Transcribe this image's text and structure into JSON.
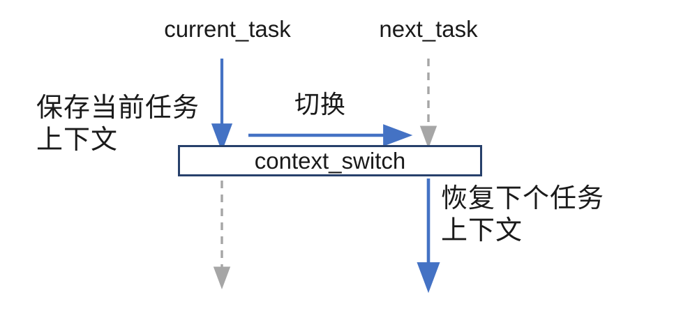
{
  "diagram": {
    "title_labels": {
      "current_task": "current_task",
      "next_task": "next_task"
    },
    "box": {
      "label": "context_switch"
    },
    "annotations": {
      "save_line1": "保存当前任务",
      "save_line2": "上下文",
      "switch": "切换",
      "restore_line1": "恢复下个任务",
      "restore_line2": "上下文"
    },
    "colors": {
      "accent_blue": "#4472C4",
      "dashed_gray": "#A6A6A6",
      "box_border": "#27406b",
      "text": "#1a1a1a",
      "background": "#ffffff"
    },
    "icons": {
      "down_arrow_blue_left": "arrow-down-icon",
      "down_arrow_gray_left": "arrow-down-dashed-icon",
      "down_arrow_gray_right": "arrow-down-dashed-icon",
      "down_arrow_blue_right": "arrow-down-icon",
      "right_arrow_blue": "arrow-right-icon"
    }
  }
}
